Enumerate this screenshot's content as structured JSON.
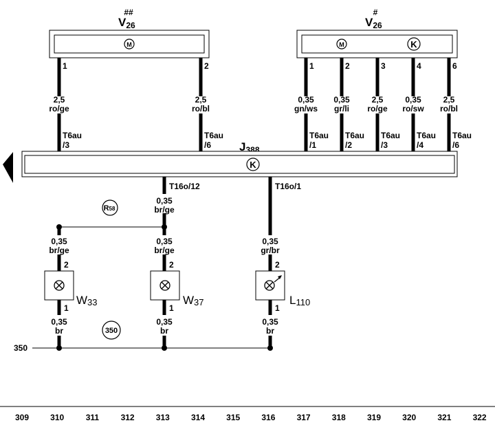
{
  "motor_left": {
    "mark": "##",
    "name": "V",
    "sub": "26",
    "pin1": "1",
    "pin2": "2"
  },
  "motor_right": {
    "mark": "#",
    "name": "V",
    "sub": "26",
    "pins": [
      "1",
      "2",
      "3",
      "4",
      "6"
    ]
  },
  "left_wires": [
    {
      "size": "2,5",
      "color": "ro/ge",
      "conn": "T6au",
      "pin": "/3"
    },
    {
      "size": "2,5",
      "color": "ro/bl",
      "conn": "T6au",
      "pin": "/6"
    }
  ],
  "right_wires": [
    {
      "size": "0,35",
      "color": "gn/ws",
      "conn": "T6au",
      "pin": "/1"
    },
    {
      "size": "0,35",
      "color": "gr/li",
      "conn": "T6au",
      "pin": "/2"
    },
    {
      "size": "2,5",
      "color": "ro/ge",
      "conn": "T6au",
      "pin": "/3"
    },
    {
      "size": "0,35",
      "color": "ro/sw",
      "conn": "T6au",
      "pin": "/4"
    },
    {
      "size": "2,5",
      "color": "ro/bl",
      "conn": "T6au",
      "pin": "/6"
    }
  ],
  "control_unit": {
    "name": "J",
    "sub": "388",
    "k": "K"
  },
  "motor_symbol": "M",
  "conn_t16_12": "T16o/12",
  "conn_t16_1": "T16o/1",
  "wire_brge_top": {
    "size": "0,35",
    "color": "br/ge"
  },
  "connector_r": {
    "name": "R",
    "sub": "58"
  },
  "wire_w33": {
    "size": "0,35",
    "color": "br/ge"
  },
  "wire_w37": {
    "size": "0,35",
    "color": "br/ge"
  },
  "wire_l110": {
    "size": "0,35",
    "color": "gr/br"
  },
  "lamp_w33": {
    "name": "W",
    "sub": "33",
    "pin_top": "2",
    "pin_bottom": "1"
  },
  "lamp_w37": {
    "name": "W",
    "sub": "37",
    "pin_top": "2",
    "pin_bottom": "1"
  },
  "lamp_l110": {
    "name": "L",
    "sub": "110",
    "pin_top": "2",
    "pin_bottom": "1"
  },
  "ground_wires": [
    {
      "size": "0,35",
      "color": "br"
    },
    {
      "size": "0,35",
      "color": "br"
    },
    {
      "size": "0,35",
      "color": "br"
    }
  ],
  "ground_ref": "350",
  "ground_line_label": "350",
  "columns": [
    "309",
    "310",
    "311",
    "312",
    "313",
    "314",
    "315",
    "316",
    "317",
    "318",
    "319",
    "320",
    "321",
    "322"
  ]
}
